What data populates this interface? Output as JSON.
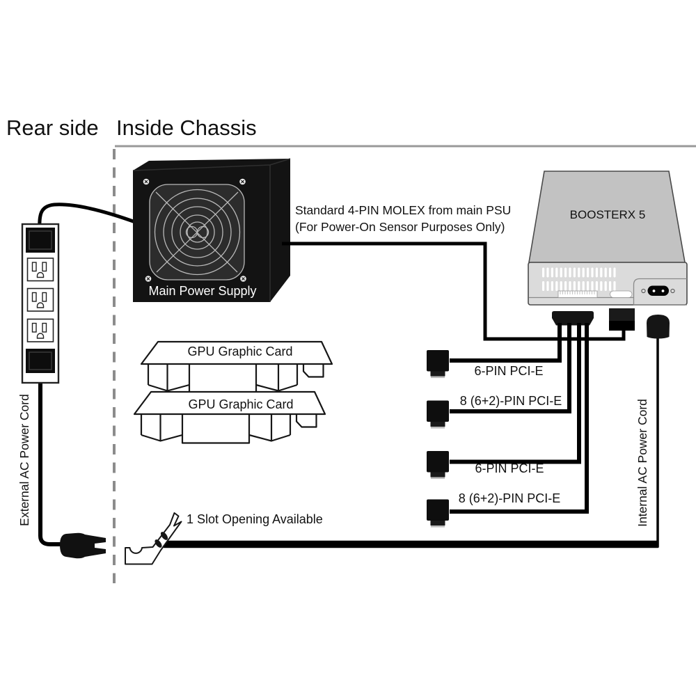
{
  "header": {
    "rear_side": "Rear side",
    "inside_chassis": "Inside Chassis"
  },
  "psu": {
    "label": "Main Power Supply"
  },
  "molex_note": {
    "line1": "Standard 4-PIN MOLEX from main PSU",
    "line2": "(For Power-On Sensor Purposes Only)"
  },
  "booster": {
    "label": "BOOSTERX 5"
  },
  "gpu_cards": [
    {
      "label": "GPU Graphic Card"
    },
    {
      "label": "GPU Graphic Card"
    }
  ],
  "pcie_connectors": [
    {
      "label": "6-PIN PCI-E"
    },
    {
      "label": "8 (6+2)-PIN PCI-E"
    },
    {
      "label": "6-PIN PCI-E"
    },
    {
      "label": "8 (6+2)-PIN PCI-E"
    }
  ],
  "cords": {
    "external_label": "External AC Power Cord",
    "internal_label": "Internal AC Power Cord"
  },
  "slot_note": {
    "label": "1 Slot Opening Available"
  },
  "colors": {
    "divider_gray": "#999999",
    "dashed_gray": "#8c8c8c",
    "ink_black": "#111111",
    "booster_top_gray": "#c2c2c2",
    "booster_panel_gray": "#dbdbdb",
    "fan_plate_gray": "#2c2c2c",
    "grille_line_gray": "#b9b9b9",
    "background": "#ffffff"
  }
}
